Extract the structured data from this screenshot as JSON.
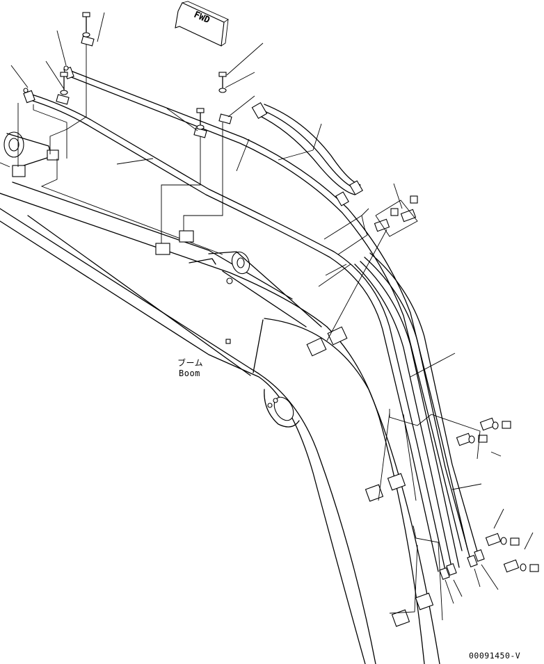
{
  "direction_arrow": {
    "text": "FWD"
  },
  "part_labels": {
    "japanese": "ブーム",
    "english": "Boom"
  },
  "drawing_number": "00091450-V"
}
